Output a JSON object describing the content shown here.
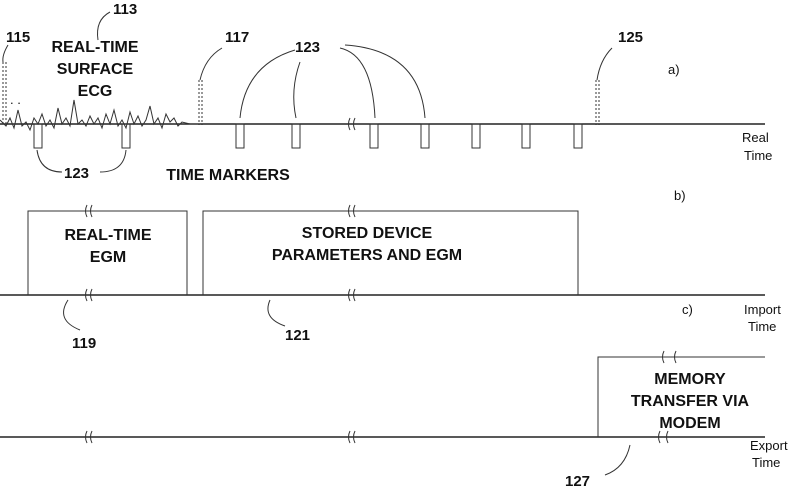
{
  "labels": {
    "real_time_surface_ecg": [
      "REAL-TIME",
      "SURFACE",
      "ECG"
    ],
    "time_markers": "TIME MARKERS",
    "real_time_egm": [
      "REAL-TIME",
      "EGM"
    ],
    "stored_device": [
      "STORED DEVICE",
      "PARAMETERS AND EGM"
    ],
    "memory_transfer": [
      "MEMORY",
      "TRANSFER VIA",
      "MODEM"
    ],
    "axis_a": [
      "Real",
      "Time"
    ],
    "axis_b": [
      "Import",
      "Time"
    ],
    "axis_c": [
      "Export",
      "Time"
    ],
    "panel_a": "a)",
    "panel_b": "b)",
    "panel_c": "c)"
  },
  "refs": {
    "r113": "113",
    "r115": "115",
    "r117": "117",
    "r123_top": "123",
    "r123_bottom": "123",
    "r125": "125",
    "r119": "119",
    "r121": "121",
    "r127": "127"
  }
}
